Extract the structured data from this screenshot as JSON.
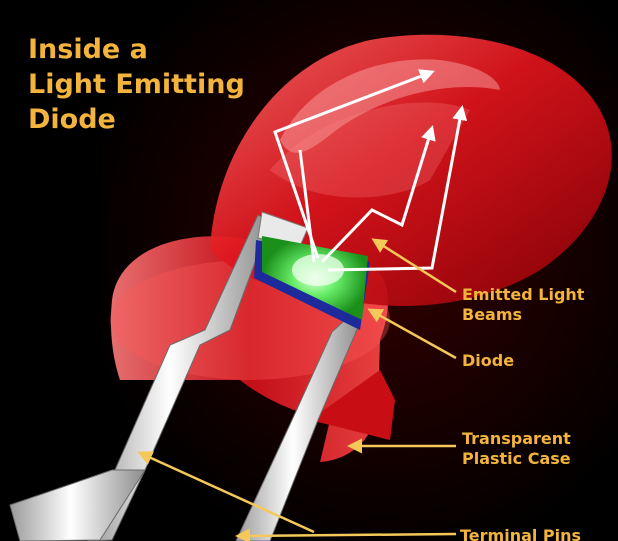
{
  "title": {
    "lines": [
      "Inside a",
      "Light Emitting",
      "Diode"
    ]
  },
  "labels": {
    "emitted_light": [
      "Emitted Light",
      "Beams"
    ],
    "diode": "Diode",
    "case": [
      "Transparent",
      "Plastic Case"
    ],
    "terminal_pins": "Terminal Pins"
  },
  "colors": {
    "background": "#000000",
    "lens": "#e0141c",
    "chip": "#2bbf2b",
    "chip_base": "#1c2a9c",
    "label": "#f2b43c",
    "pointer": "#f5c85a",
    "beam": "#ffffff",
    "metal": "#d9d9d9"
  }
}
